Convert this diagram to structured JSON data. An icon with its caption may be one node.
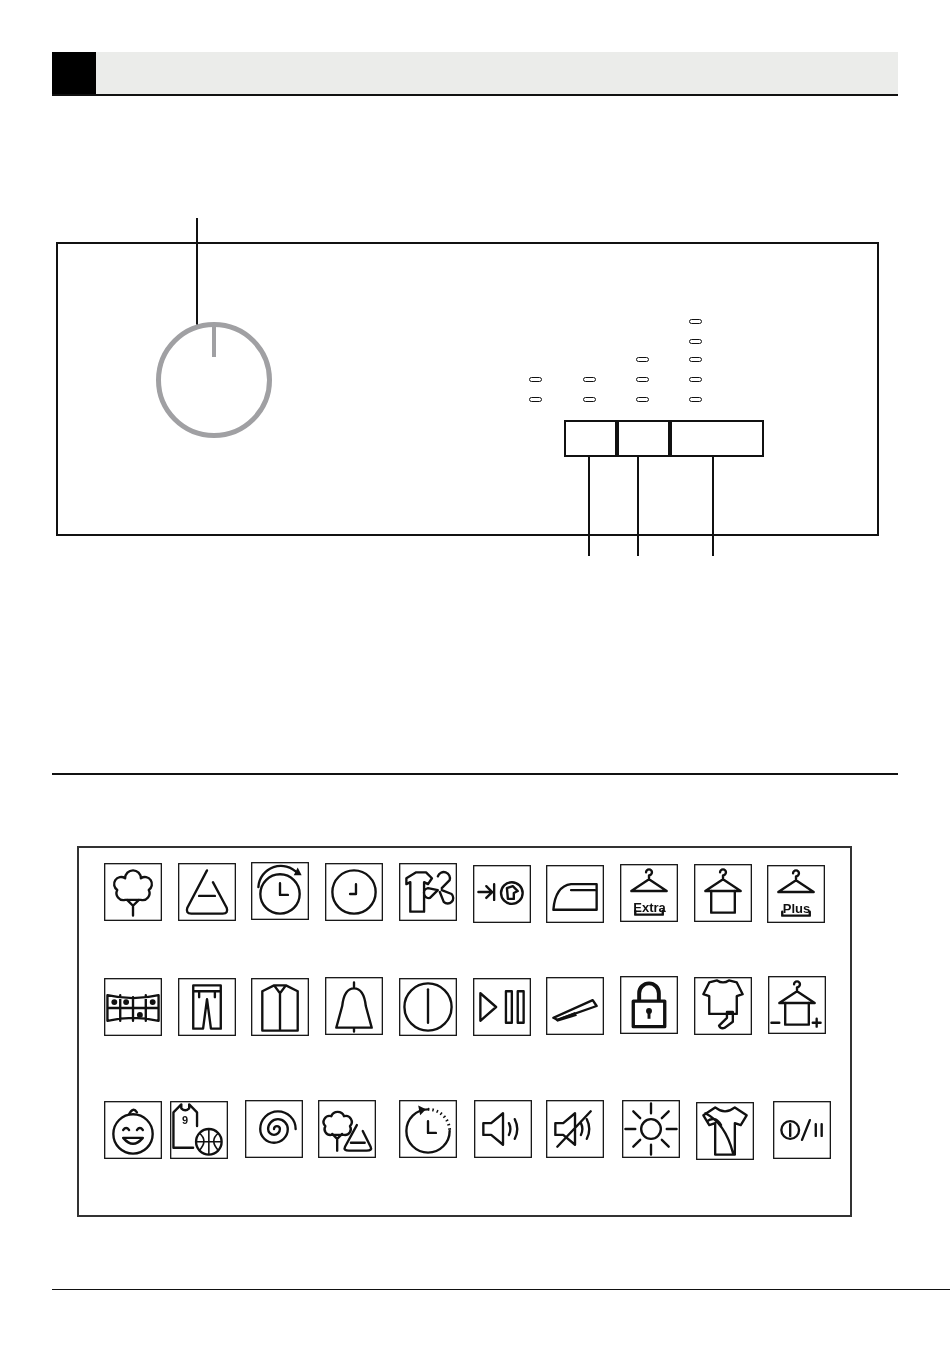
{
  "diagram": {
    "nodes": [
      {
        "text": [],
        "shape": "box"
      },
      {
        "text": [],
        "shape": "circle",
        "in": 0
      },
      {
        "text": [],
        "shape": "box",
        "in": 0
      },
      {
        "text": [],
        "shape": "box",
        "in": 0
      },
      {
        "text": [],
        "shape": "box",
        "in": 0
      }
    ],
    "edges": [
      {
        "from": null,
        "to": 1,
        "arrow": "none"
      },
      {
        "from": null,
        "to": 2,
        "arrow": "none"
      },
      {
        "from": null,
        "to": 3,
        "arrow": "none"
      },
      {
        "from": null,
        "to": 4,
        "arrow": "none"
      }
    ],
    "labels": [
      "Extra",
      "Plus",
      "9"
    ]
  }
}
